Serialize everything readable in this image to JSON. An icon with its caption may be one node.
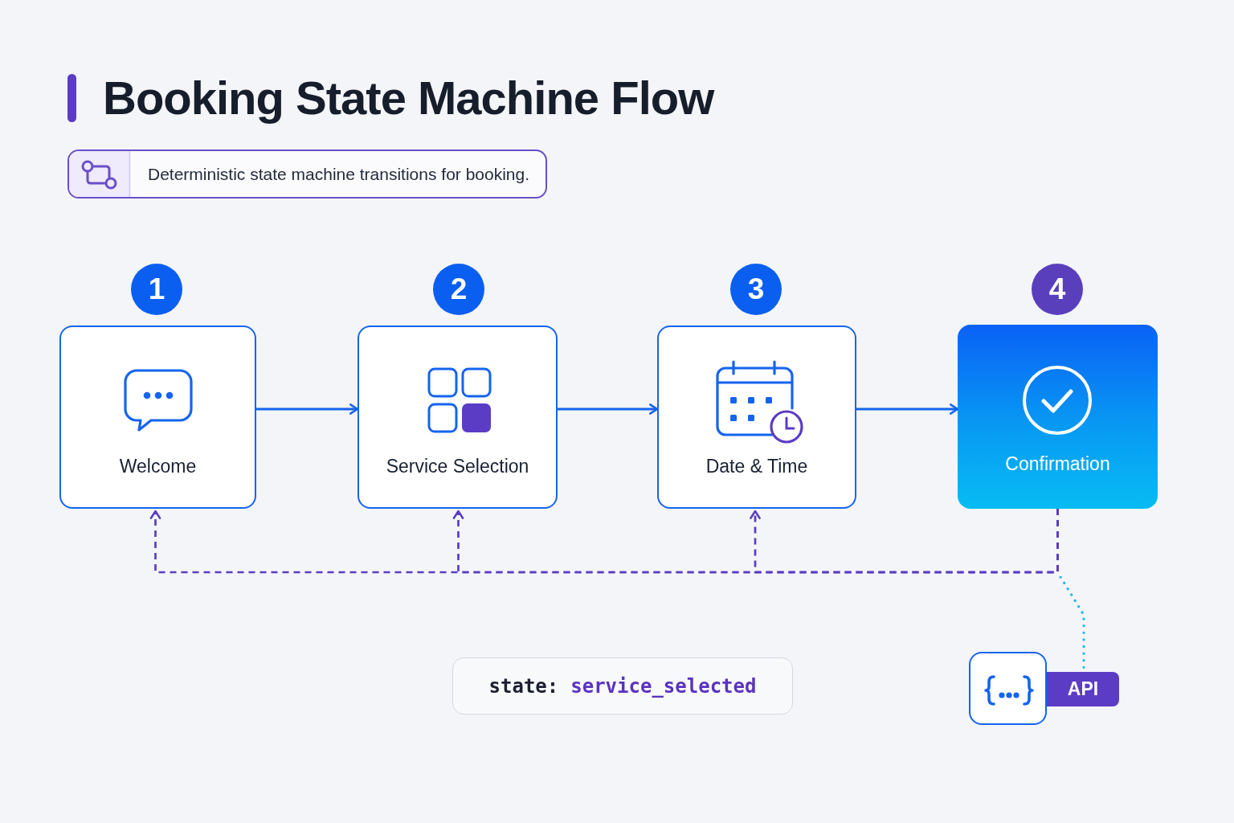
{
  "diagram": {
    "title": "Booking State Machine Flow",
    "nodes": [
      {
        "text": [
          "Deterministic state machine transitions for booking."
        ]
      },
      {
        "text": [
          "1"
        ]
      },
      {
        "text": [
          "2"
        ]
      },
      {
        "text": [
          "3"
        ]
      },
      {
        "text": [
          "4"
        ]
      },
      {
        "text": [
          "Welcome"
        ]
      },
      {
        "text": [
          "Service Selection"
        ]
      },
      {
        "text": [
          "Date & Time"
        ]
      },
      {
        "text": [
          "Confirmation"
        ]
      },
      {
        "text": [
          "state:",
          "service_selected"
        ]
      },
      {
        "text": [],
        "shape": "box"
      },
      {
        "text": [
          "API"
        ]
      }
    ],
    "edges": [
      {
        "from": 5,
        "to": 6,
        "arrow": "to"
      },
      {
        "from": 6,
        "to": 7,
        "arrow": "to"
      },
      {
        "from": 7,
        "to": 8,
        "arrow": "to"
      },
      {
        "from": 8,
        "to": 5,
        "arrow": "to",
        "style": "dashed",
        "color": "#5b3cc4"
      },
      {
        "from": 8,
        "to": 6,
        "arrow": "to",
        "style": "dashed",
        "color": "#5b3cc4"
      },
      {
        "from": 8,
        "to": 7,
        "arrow": "to",
        "style": "dashed",
        "color": "#5b3cc4"
      },
      {
        "from": 8,
        "to": 11,
        "arrow": "none",
        "style": "dashed",
        "color": "#1cb8ec"
      }
    ]
  }
}
